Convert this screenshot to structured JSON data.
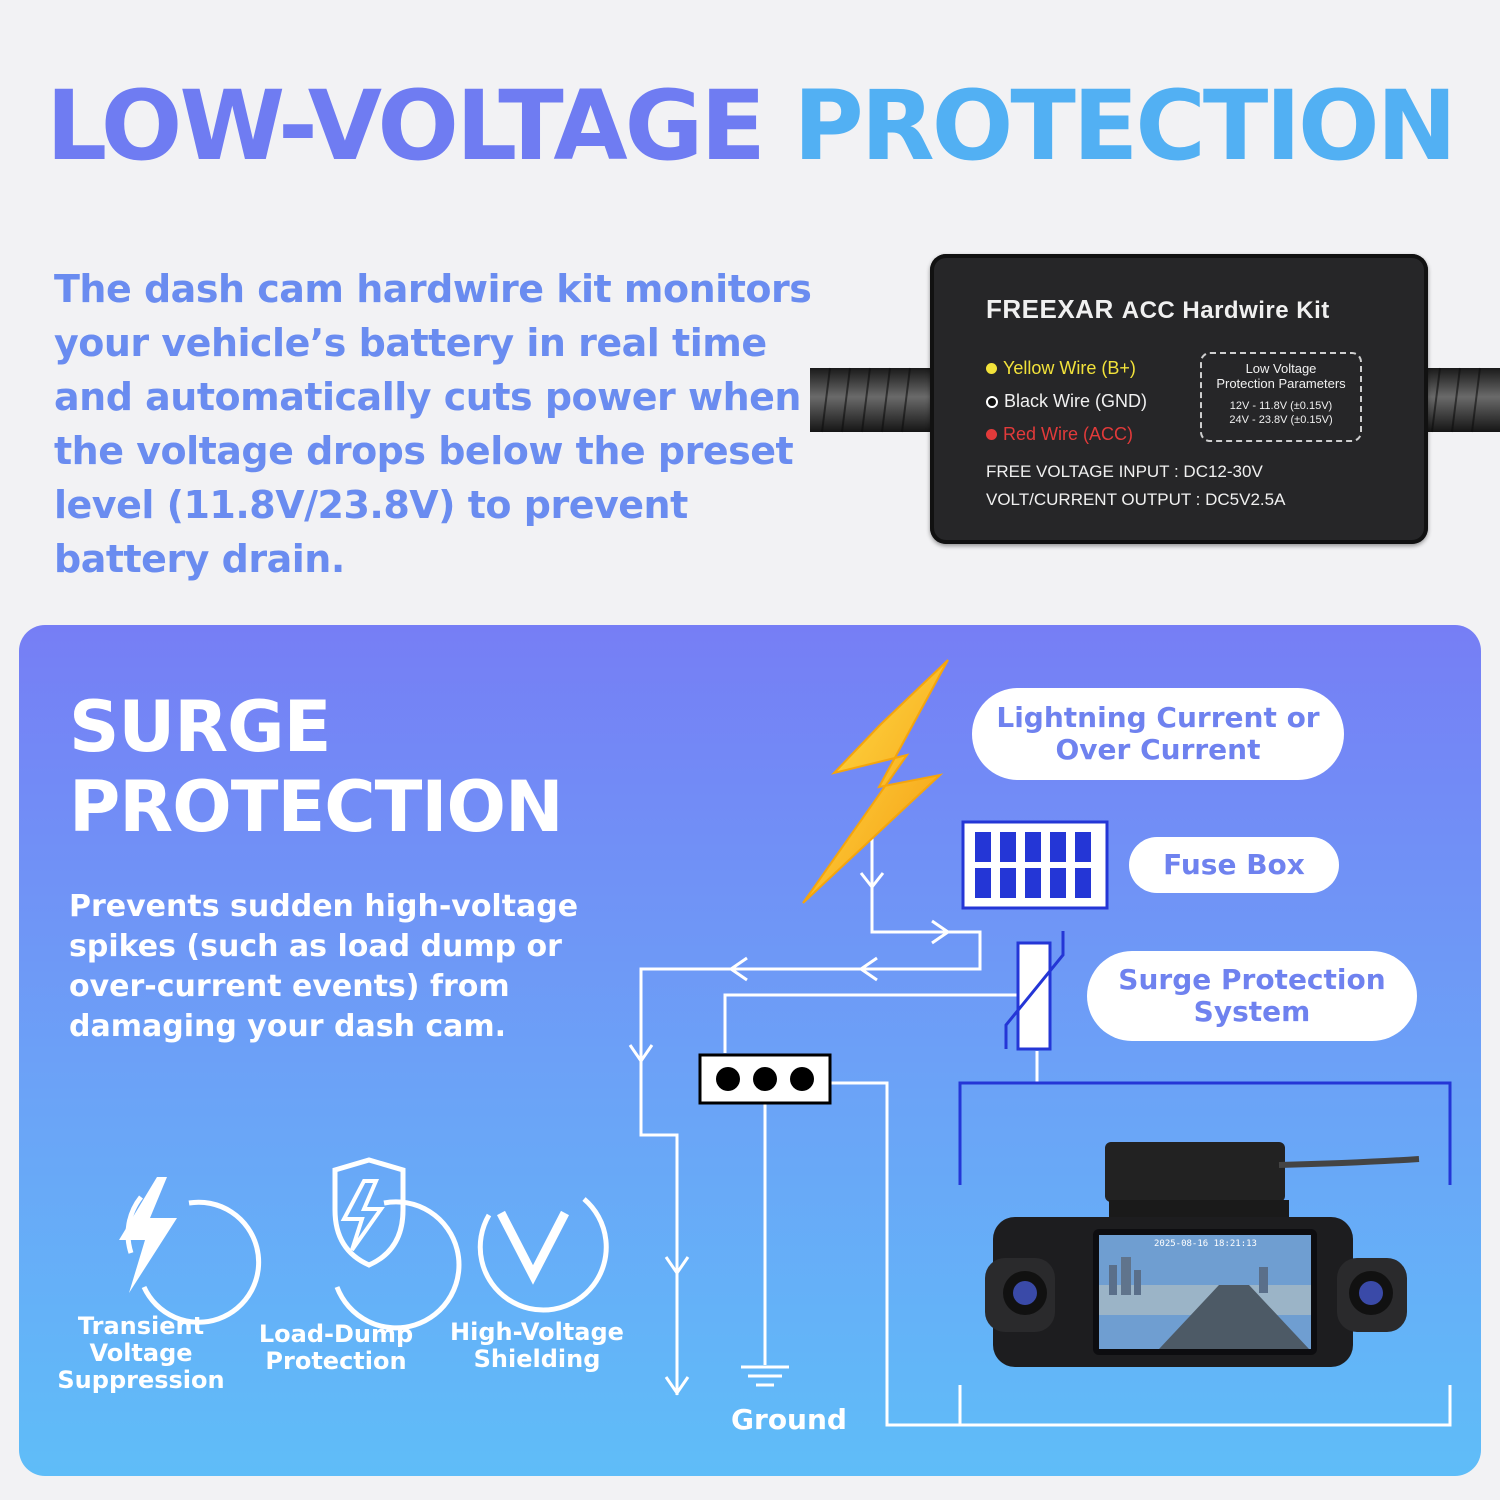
{
  "title": {
    "part1": "LOW-VOLTAGE",
    "part2": "PROTECTION"
  },
  "intro": "The dash cam hardwire kit monitors your vehicle’s battery in real time and automatically cuts power when the voltage drops below the preset level (11.8V/23.8V) to prevent battery drain.",
  "device": {
    "brand": "FREEXAR",
    "kit": "ACC Hardwire Kit",
    "wires": [
      {
        "label": "Yellow Wire (B+)",
        "color": "#f2e23a"
      },
      {
        "label": "Black Wire (GND)",
        "color": "#ffffff"
      },
      {
        "label": "Red Wire (ACC)",
        "color": "#e23a3a"
      }
    ],
    "params_title_line1": "Low Voltage",
    "params_title_line2": "Protection Parameters",
    "params_line1": "12V - 11.8V (±0.15V)",
    "params_line2": "24V - 23.8V (±0.15V)",
    "spec_input": "FREE VOLTAGE INPUT : DC12-30V",
    "spec_output": "VOLT/CURRENT OUTPUT : DC5V2.5A"
  },
  "surge": {
    "title_line1": "SURGE",
    "title_line2": "PROTECTION",
    "description": "Prevents sudden high-voltage spikes (such as load dump or over-current events) from damaging your dash cam."
  },
  "diagram": {
    "lightning_label_line1": "Lightning Current or",
    "lightning_label_line2": "Over Current",
    "fuse_label": "Fuse Box",
    "surge_label_line1": "Surge Protection",
    "surge_label_line2": "System",
    "ground_label": "Ground"
  },
  "features": [
    {
      "icon": "lightning-icon",
      "line1": "Transient",
      "line2": "Voltage",
      "line3": "Suppression"
    },
    {
      "icon": "shield-lightning-icon",
      "line1": "Load-Dump",
      "line2": "Protection"
    },
    {
      "icon": "v-shield-icon",
      "line1": "High-Voltage",
      "line2": "Shielding"
    }
  ],
  "dashcam_screen": {
    "datetime": "2025-08-16 18:21:13"
  },
  "colors": {
    "title_left": "#6f7cf2",
    "title_right": "#52b0f3",
    "text": "#6a8cf0",
    "diagram_blue": "#2436d6"
  }
}
